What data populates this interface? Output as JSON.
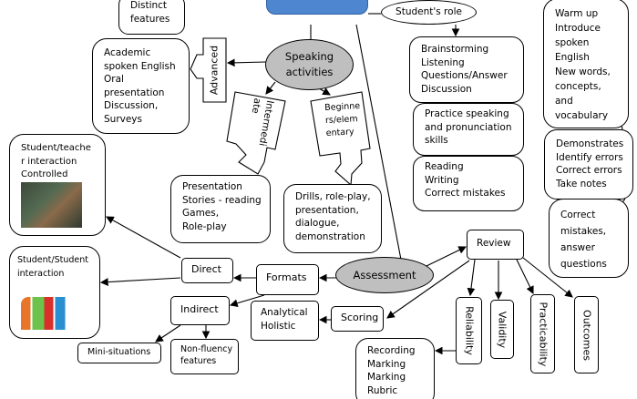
{
  "top": {
    "distinct_features": [
      "Distinct",
      "features"
    ]
  },
  "speaking": {
    "label": [
      "Speaking",
      "activities"
    ],
    "advanced": "Advanced",
    "advanced_items": [
      "Academic",
      "spoken English",
      "Oral",
      "presentation",
      "Discussion,",
      "Surveys"
    ],
    "intermediate": [
      "Intermedi",
      "ate"
    ],
    "intermediate_items": [
      "Presentation",
      "Stories - reading",
      "Games,",
      "Role-play"
    ],
    "beginners": [
      "Beginne",
      "rs/elem",
      "entary"
    ],
    "beginners_items": [
      "Drills, role-play,",
      "presentation,",
      "dialogue,",
      "demonstration"
    ]
  },
  "student_role": {
    "label": "Student's role",
    "steps": [
      [
        "Brainstorming",
        "Listening",
        "Questions/Answer",
        "Discussion"
      ],
      [
        "Practice speaking",
        "and pronunciation",
        "skills"
      ],
      [
        "Reading",
        "Writing",
        "Correct mistakes"
      ]
    ]
  },
  "teacher_column": [
    [
      "Warm up",
      "Introduce",
      "spoken",
      "English",
      "New words,",
      "concepts,",
      "and",
      "vocabulary"
    ],
    [
      "Demonstrates",
      "Identify errors",
      "Correct errors",
      "Take notes"
    ],
    [
      "Correct",
      "mistakes,",
      "answer",
      "questions"
    ]
  ],
  "interaction": {
    "student_teacher": [
      "Student/teache",
      "r interaction",
      "Controlled"
    ],
    "student_student": [
      "Student/Student",
      "interaction"
    ]
  },
  "assessment": {
    "label": "Assessment",
    "formats": "Formats",
    "direct": "Direct",
    "indirect": "Indirect",
    "mini_situations": "Mini-situations",
    "non_fluency": [
      "Non-fluency",
      "features"
    ],
    "scoring": "Scoring",
    "scoring_types": [
      "Analytical",
      "Holistic"
    ],
    "review": "Review",
    "criteria": [
      "Reliability",
      "Validity",
      "Practicability",
      "Outcomes"
    ],
    "recording": [
      "Recording",
      "Marking",
      "Marking",
      "Rubric"
    ]
  },
  "colors": {
    "title_box": "#4f86d0",
    "ellipse_fill": "#bfbfbf"
  }
}
